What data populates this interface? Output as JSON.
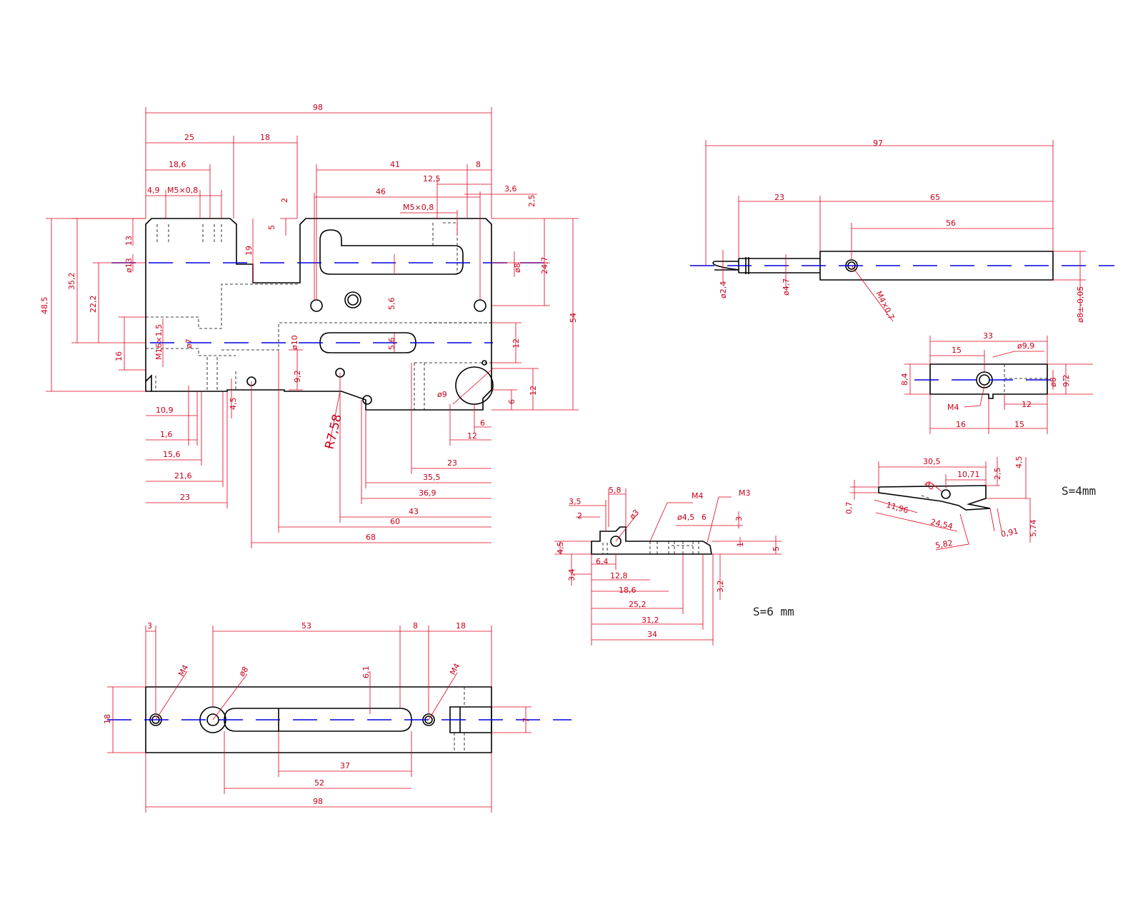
{
  "drawing_views": [
    {
      "id": "main_body_front",
      "dims": [
        "98",
        "25",
        "18",
        "18,6",
        "4,9",
        "M5×0,8",
        "41",
        "8",
        "12,5",
        "46",
        "3,6",
        "2,5",
        "M5×0,8",
        "2",
        "5",
        "19",
        "48,5",
        "35,2",
        "22,2",
        "13",
        "ø13",
        "16",
        "M16×1,5",
        "ø7",
        "ø10",
        "5,6",
        "5,6",
        "ø8",
        "24,7",
        "54",
        "12",
        "12",
        "6",
        "6",
        "12",
        "9,2",
        "ø9",
        "R7,58",
        "4,5",
        "10,9",
        "1,6",
        "15,6",
        "21,6",
        "23",
        "23",
        "35,5",
        "36,9",
        "43",
        "60",
        "68"
      ]
    },
    {
      "id": "shaft",
      "dims": [
        "97",
        "23",
        "65",
        "56",
        "ø2,4",
        "ø4,7",
        "M4×0,7",
        "ø8±-0,05"
      ]
    },
    {
      "id": "block_top_right",
      "dims": [
        "33",
        "15",
        "ø9,9",
        "8,4",
        "ø8",
        "9,2",
        "M4",
        "12",
        "16",
        "15"
      ]
    },
    {
      "id": "lever",
      "dims": [
        "30,5",
        "10,71",
        "2,5",
        "4,5",
        "ø3",
        "0,7",
        "11,96",
        "24,54",
        "5,82",
        "0,91",
        "5,74"
      ],
      "note": "S=4mm"
    },
    {
      "id": "small_part",
      "dims": [
        "3,5",
        "5,8",
        "M4",
        "M3",
        "2",
        "ø3",
        "ø4,5",
        "6",
        "3",
        "4,5",
        "6,4",
        "1",
        "5",
        "3,4",
        "12,8",
        "18,6",
        "25,2",
        "31,2",
        "3,2",
        "34"
      ],
      "note": "S=6 mm"
    },
    {
      "id": "bottom_plate",
      "dims": [
        "3",
        "53",
        "8",
        "18",
        "M4",
        "ø8",
        "6,1",
        "M4",
        "18",
        "7",
        "37",
        "52",
        "98"
      ]
    }
  ]
}
